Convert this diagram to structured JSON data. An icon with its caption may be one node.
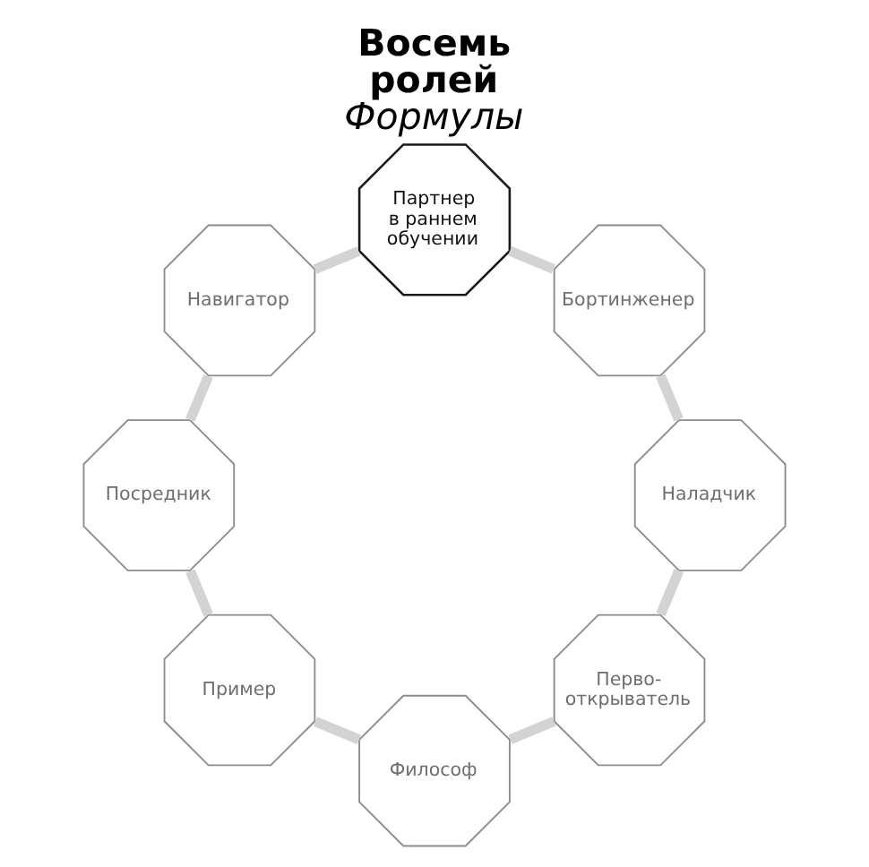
{
  "diagram": {
    "title": "**Восемь ролей** *Формулы*",
    "nodes": [
      {
        "text": [
          "Партнер в раннем обучении"
        ]
      },
      {
        "text": [
          "Бортинженер"
        ]
      },
      {
        "text": [
          "Наладчик"
        ]
      },
      {
        "text": [
          "Перво- открыватель"
        ]
      },
      {
        "text": [
          "Философ"
        ]
      },
      {
        "text": [
          "Пример"
        ]
      },
      {
        "text": [
          "Посредник"
        ]
      },
      {
        "text": [
          "Навигатор"
        ]
      }
    ],
    "edges": [
      {
        "from": 0,
        "to": 1,
        "arrow": "none"
      },
      {
        "from": 1,
        "to": 2,
        "arrow": "none"
      },
      {
        "from": 2,
        "to": 3,
        "arrow": "none"
      },
      {
        "from": 3,
        "to": 4,
        "arrow": "none"
      },
      {
        "from": 4,
        "to": 5,
        "arrow": "none"
      },
      {
        "from": 5,
        "to": 6,
        "arrow": "none"
      },
      {
        "from": 6,
        "to": 7,
        "arrow": "none"
      },
      {
        "from": 7,
        "to": 0,
        "arrow": "none"
      }
    ]
  }
}
